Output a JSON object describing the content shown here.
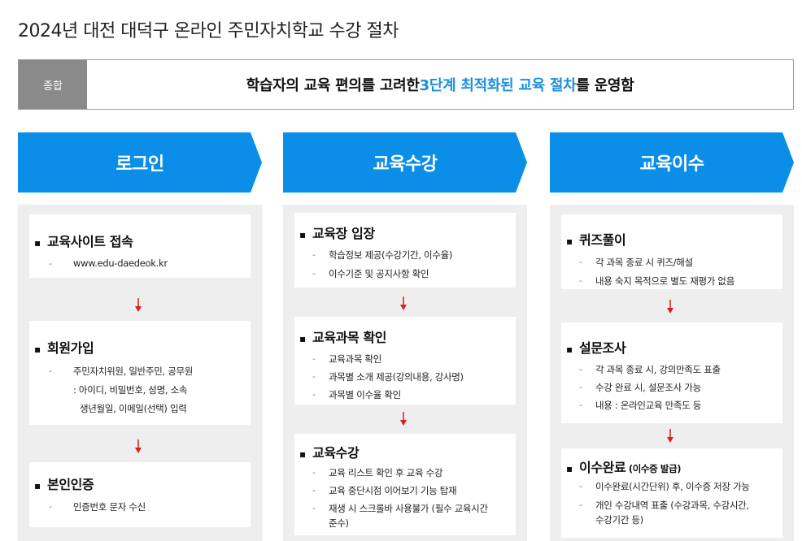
{
  "title": "2024년 대전 대덕구 온라인 주민자치학교 수강 절차",
  "summary": {
    "tag": "종합",
    "text_before": "학습자의 교육 편의를 고려한 ",
    "text_highlight": "3단계 최적화된 교육 절차",
    "text_after": "를 운영함",
    "highlight_color": "#1a8fe0"
  },
  "accent_color": "#0a8ee8",
  "arrow_color": "#d42020",
  "columns": [
    {
      "head": "로그인",
      "cards": [
        {
          "title": "교육사이트 접속",
          "lines": [
            "www.edu-daedeok.kr"
          ]
        },
        {
          "title": "회원가입",
          "lines": [
            "주민자치위원, 일반주민, 공무원",
            ": 아이디, 비밀번호, 성명, 소속",
            "생년월일, 이메일(선택) 입력"
          ]
        },
        {
          "title": "본인인증",
          "lines": [
            "인증번호 문자 수신"
          ]
        }
      ]
    },
    {
      "head": "교육수강",
      "cards": [
        {
          "title": "교육장 입장",
          "lines": [
            "학습정보 제공(수강기간, 이수율)",
            "이수기준 및 공지사항 확인"
          ]
        },
        {
          "title": "교육과목 확인",
          "lines": [
            "교육과목 확인",
            "과목별 소개 제공(강의내용, 강사명)",
            "과목별 이수율 확인"
          ]
        },
        {
          "title": "교육수강",
          "lines": [
            "교육 리스트 확인 후 교육 수강",
            "교육 중단시점 이어보기 기능 탑재",
            "재생 시 스크롤바 사용불가 (필수 교육시간",
            "준수)"
          ]
        }
      ]
    },
    {
      "head": "교육이수",
      "cards": [
        {
          "title": "퀴즈풀이",
          "lines": [
            "각 과목 종료 시 퀴즈/해설",
            "내용 숙지 목적으로 별도 재평가 없음"
          ]
        },
        {
          "title": "설문조사",
          "lines": [
            "각 과목 종료 시, 강의만족도 표출",
            "수강 완료 시, 설문조사 가능",
            "내용 : 온라인교육 만족도 등"
          ]
        },
        {
          "title": "이수완료",
          "title_suffix": " (이수증 발급)",
          "lines": [
            "이수완료(시간단위) 후, 이수증 저장 가능",
            "개인 수강내역 표출 (수강과목, 수강시간,",
            "수강기간 등)"
          ]
        }
      ]
    }
  ]
}
